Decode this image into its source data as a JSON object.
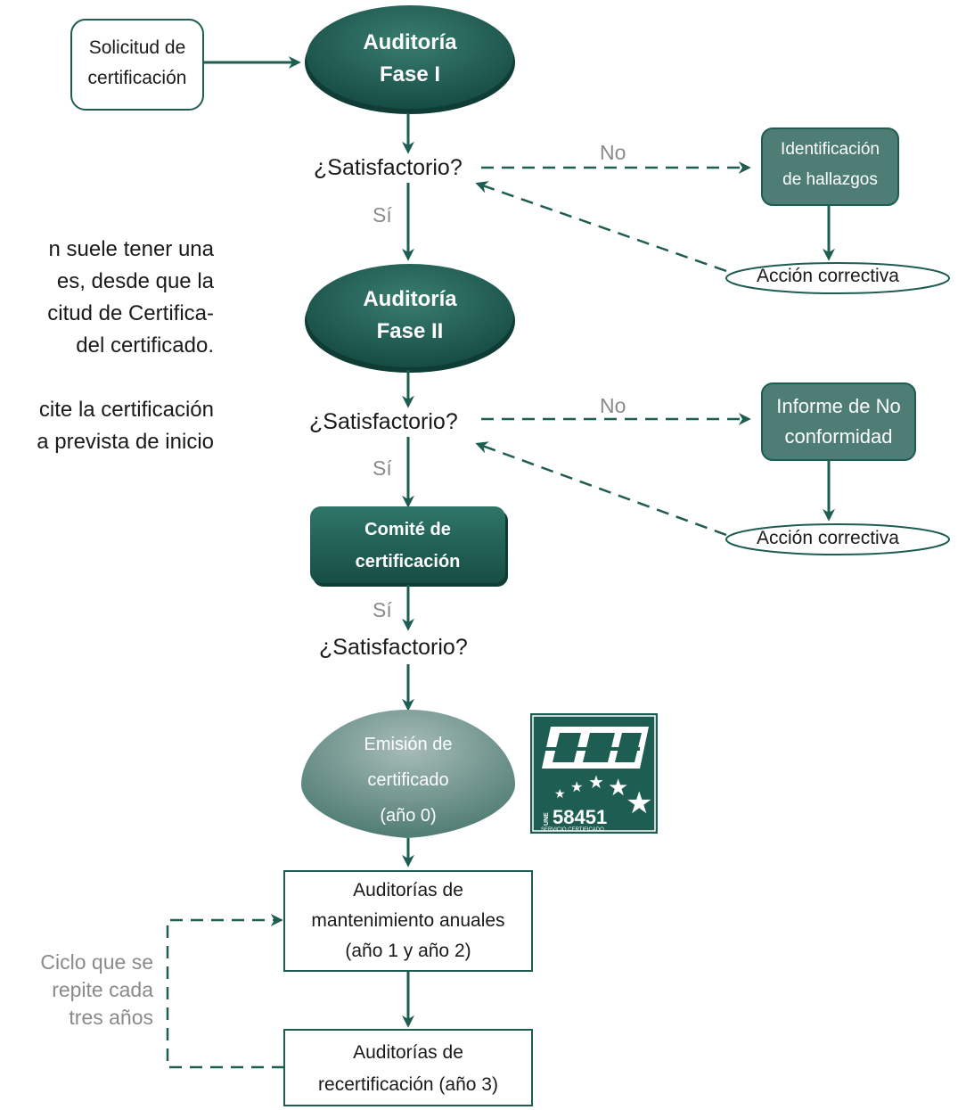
{
  "intro_text": {
    "lines": [
      "n suele tener una",
      "es, desde que la",
      "citud de Certifica-",
      "del certificado.",
      "",
      "cite la certificación",
      "a prevista de inicio"
    ]
  },
  "nodes": {
    "solicitud": "Solicitud de certificación",
    "solicitud_l1": "Solicitud de",
    "solicitud_l2": "certificación",
    "fase1_l1": "Auditoría",
    "fase1_l2": "Fase I",
    "fase2_l1": "Auditoría",
    "fase2_l2": "Fase II",
    "q1": "¿Satisfactorio?",
    "q2": "¿Satisfactorio?",
    "q3": "¿Satisfactorio?",
    "no1": "No",
    "no2": "No",
    "si1": "Sí",
    "si2": "Sí",
    "si3": "Sí",
    "hallazgos_l1": "Identificación",
    "hallazgos_l2": "de hallazgos",
    "accion1": "Acción correctiva",
    "informe_l1": "Informe de No",
    "informe_l2": "conformidad",
    "accion2": "Acción correctiva",
    "comite_l1": "Comité de",
    "comite_l2": "certificación",
    "emision_l1": "Emisión de",
    "emision_l2": "certificado",
    "emision_l3": "(año 0)",
    "mant_l1": "Auditorías de",
    "mant_l2": "mantenimiento anuales",
    "mant_l3": "(año 1 y año 2)",
    "recert_l1": "Auditorías de",
    "recert_l2": "recertificación (año 3)",
    "ciclo_l1": "Ciclo que se",
    "ciclo_l2": "repite cada",
    "ciclo_l3": "tres años"
  },
  "logo": {
    "brand": "EQA",
    "standard_prefix": "UNE",
    "standard_number": "58451",
    "caption": "SERVICIO CERTIFICADO"
  },
  "colors": {
    "primary": "#1e5d52",
    "secondary": "#4d7d74",
    "light": "#8fa8a3",
    "grey_text": "#8a8a8a"
  }
}
